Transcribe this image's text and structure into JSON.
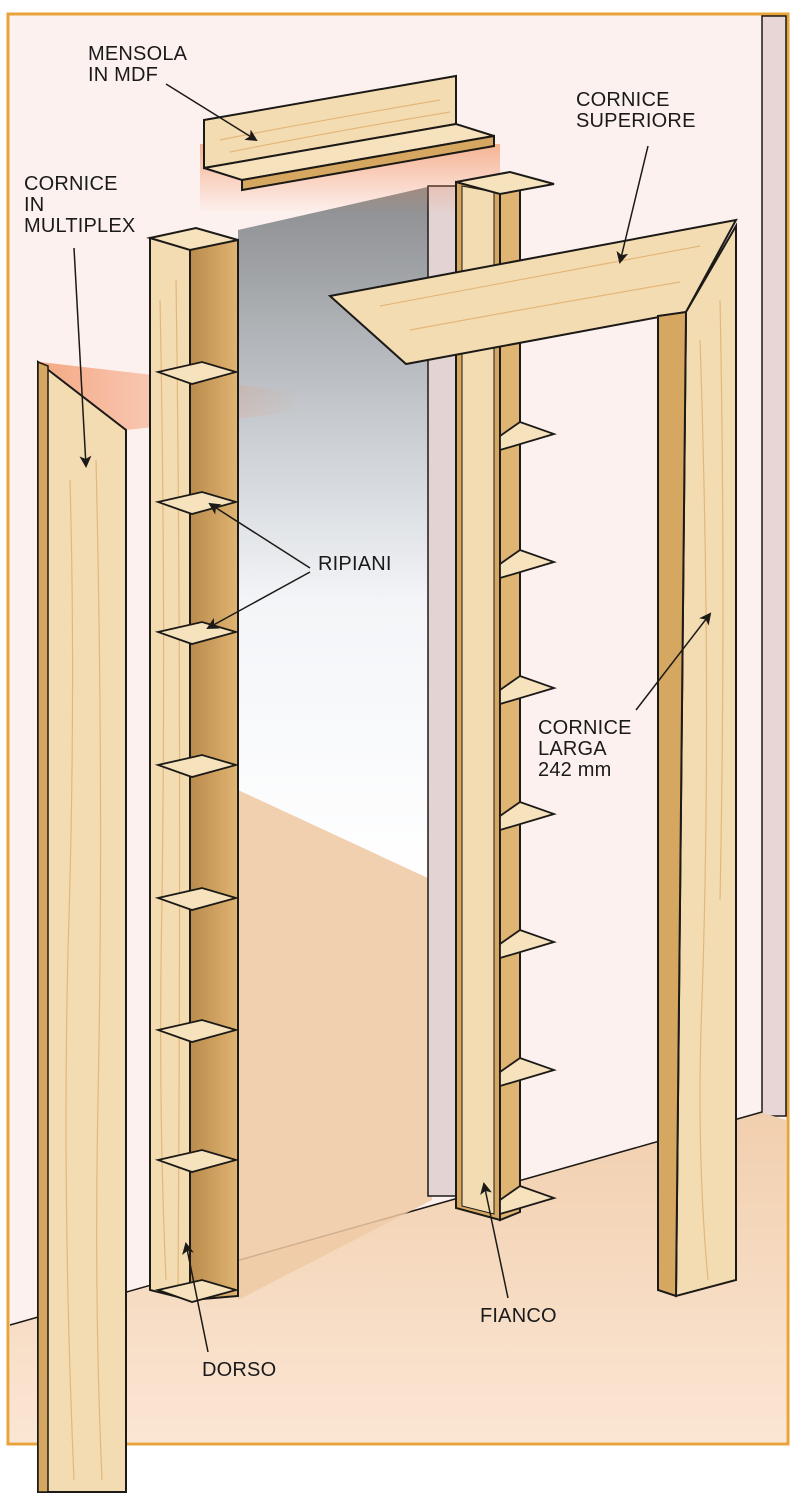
{
  "colors": {
    "frame_border": "#e8a33a",
    "wall": "#fdf1ef",
    "floor": "#f7dcc3",
    "wood_light": "#f4dcb2",
    "wood_dark": "#d6a761",
    "wood_grain": "#e3b77a",
    "outline": "#1c1a17",
    "glow": "#f0844e",
    "doorway_dark": "#8d8f91"
  },
  "labels": {
    "mensola": [
      "MENSOLA",
      "IN MDF"
    ],
    "cornice_superiore": [
      "CORNICE",
      "SUPERIORE"
    ],
    "cornice_multiplex": [
      "CORNICE",
      "IN",
      "MULTIPLEX"
    ],
    "ripiani": [
      "RIPIANI"
    ],
    "cornice_larga": [
      "CORNICE",
      "LARGA",
      "242 mm"
    ],
    "fianco": [
      "FIANCO"
    ],
    "dorso": [
      "DORSO"
    ]
  }
}
